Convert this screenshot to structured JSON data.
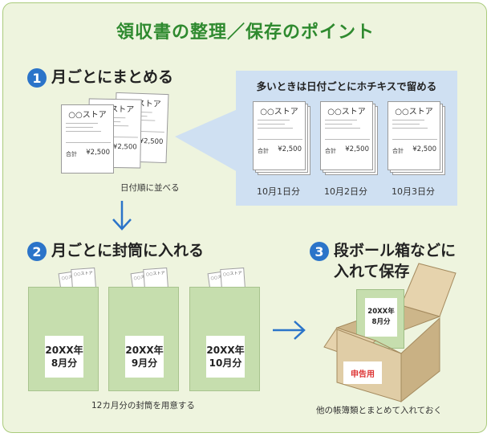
{
  "title": "領収書の整理／保存のポイント",
  "steps": [
    {
      "num": "1",
      "text": "月ごとにまとめる"
    },
    {
      "num": "2",
      "text": "月ごとに封筒に入れる"
    },
    {
      "num": "3",
      "text": "段ボール箱などに\n入れて保存"
    }
  ],
  "receipt": {
    "store": "○○ストア",
    "total_label": "合計",
    "amount": "¥2,500"
  },
  "captions": {
    "sort": "日付順に並べる",
    "staple": "多いときは日付ごとにホチキスで留める",
    "envelopes": "12カ月分の封筒を用意する",
    "box": "他の帳簿類とまとめて入れておく"
  },
  "days": [
    "10月1日分",
    "10月2日分",
    "10月3日分"
  ],
  "envelopes": [
    "20XX年\n8月分",
    "20XX年\n9月分",
    "20XX年\n10月分"
  ],
  "box_envelope": "20XX年\n8月分",
  "box_label": "申告用",
  "colors": {
    "title": "#2f8a2f",
    "step_circle": "#2b74c9",
    "arrow": "#2b74c9",
    "envelope": "#c6deae",
    "box": "#e0cda6",
    "staple_panel": "#cfe0f2"
  }
}
